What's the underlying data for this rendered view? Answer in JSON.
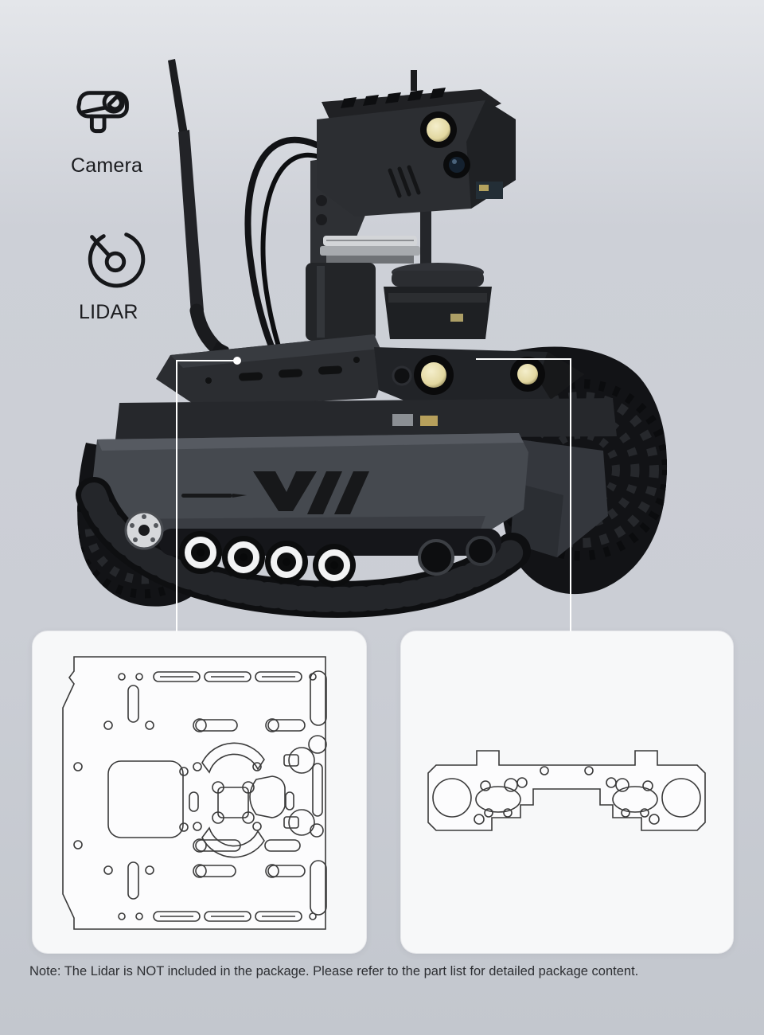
{
  "page": {
    "type": "product-feature-graphic"
  },
  "colors": {
    "bg-top": "#e4e6ea",
    "bg-mid": "#cdd0d7",
    "bg-bottom": "#c3c7ce",
    "panel-bg": "#f7f8f9",
    "panel-border": "#e7e8eb",
    "line-color": "#ffffff",
    "outline": "#3a3a3a",
    "text-dark": "#1a1b1e",
    "note-text": "#2d2f33"
  },
  "callouts": [
    {
      "id": "camera",
      "label": "Camera",
      "icon": "cctv-camera-icon"
    },
    {
      "id": "lidar",
      "label": "LIDAR",
      "icon": "lidar-icon"
    }
  ],
  "diagrams": {
    "left_panel": "chassis-top-plate-drawing",
    "right_panel": "front-bracket-plate-drawing"
  },
  "note": {
    "text": "Note: The Lidar is NOT included in the package. Please refer to the part list for detailed package content."
  }
}
